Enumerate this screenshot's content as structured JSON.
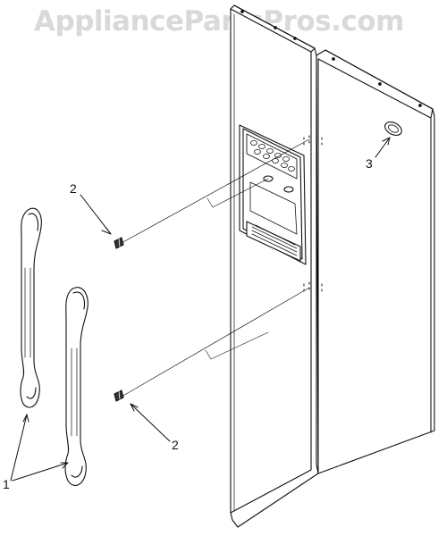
{
  "watermark": "AppliancePartsPros.com",
  "callouts": {
    "handles": "1",
    "screw_upper": "2",
    "screw_lower": "2",
    "logo": "3"
  }
}
